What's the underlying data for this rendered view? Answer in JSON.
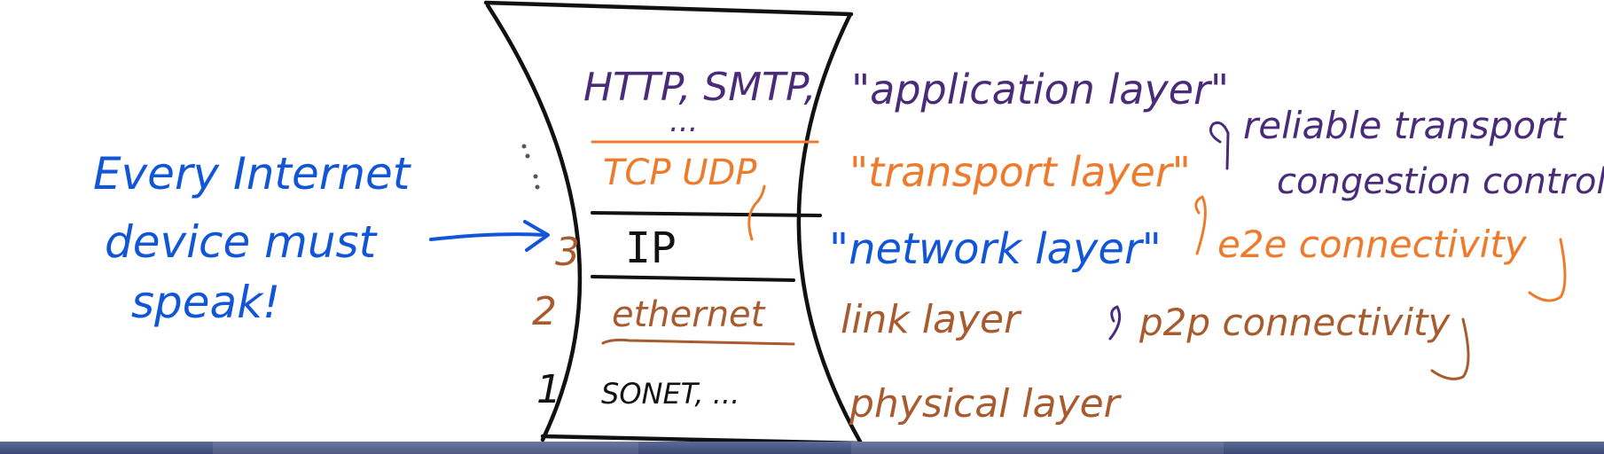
{
  "colors": {
    "ink": "#111111",
    "purple": "#4a2b7a",
    "orange": "#ee7a2c",
    "blue": "#1256d8",
    "brown": "#a85b2e",
    "bar": "#4a5784"
  },
  "annotation": {
    "line1": "Every Internet",
    "line2": "device must",
    "line3": "speak!"
  },
  "layers": {
    "application": {
      "protocols": "HTTP, SMTP,",
      "ellipsis": "...",
      "name": "\"application layer\""
    },
    "transport": {
      "protocols": "TCP  UDP",
      "name": "\"transport layer\""
    },
    "network": {
      "number": "3",
      "protocols": "IP",
      "name": "\"network layer\""
    },
    "link": {
      "number": "2",
      "protocols": "ethernet",
      "name": "link layer"
    },
    "physical": {
      "number": "1",
      "protocols": "SONET, ...",
      "name": "physical layer"
    }
  },
  "services": {
    "transport_line1": "reliable transport",
    "transport_line2": "congestion control",
    "network": "e2e connectivity",
    "link": "p2p connectivity"
  }
}
